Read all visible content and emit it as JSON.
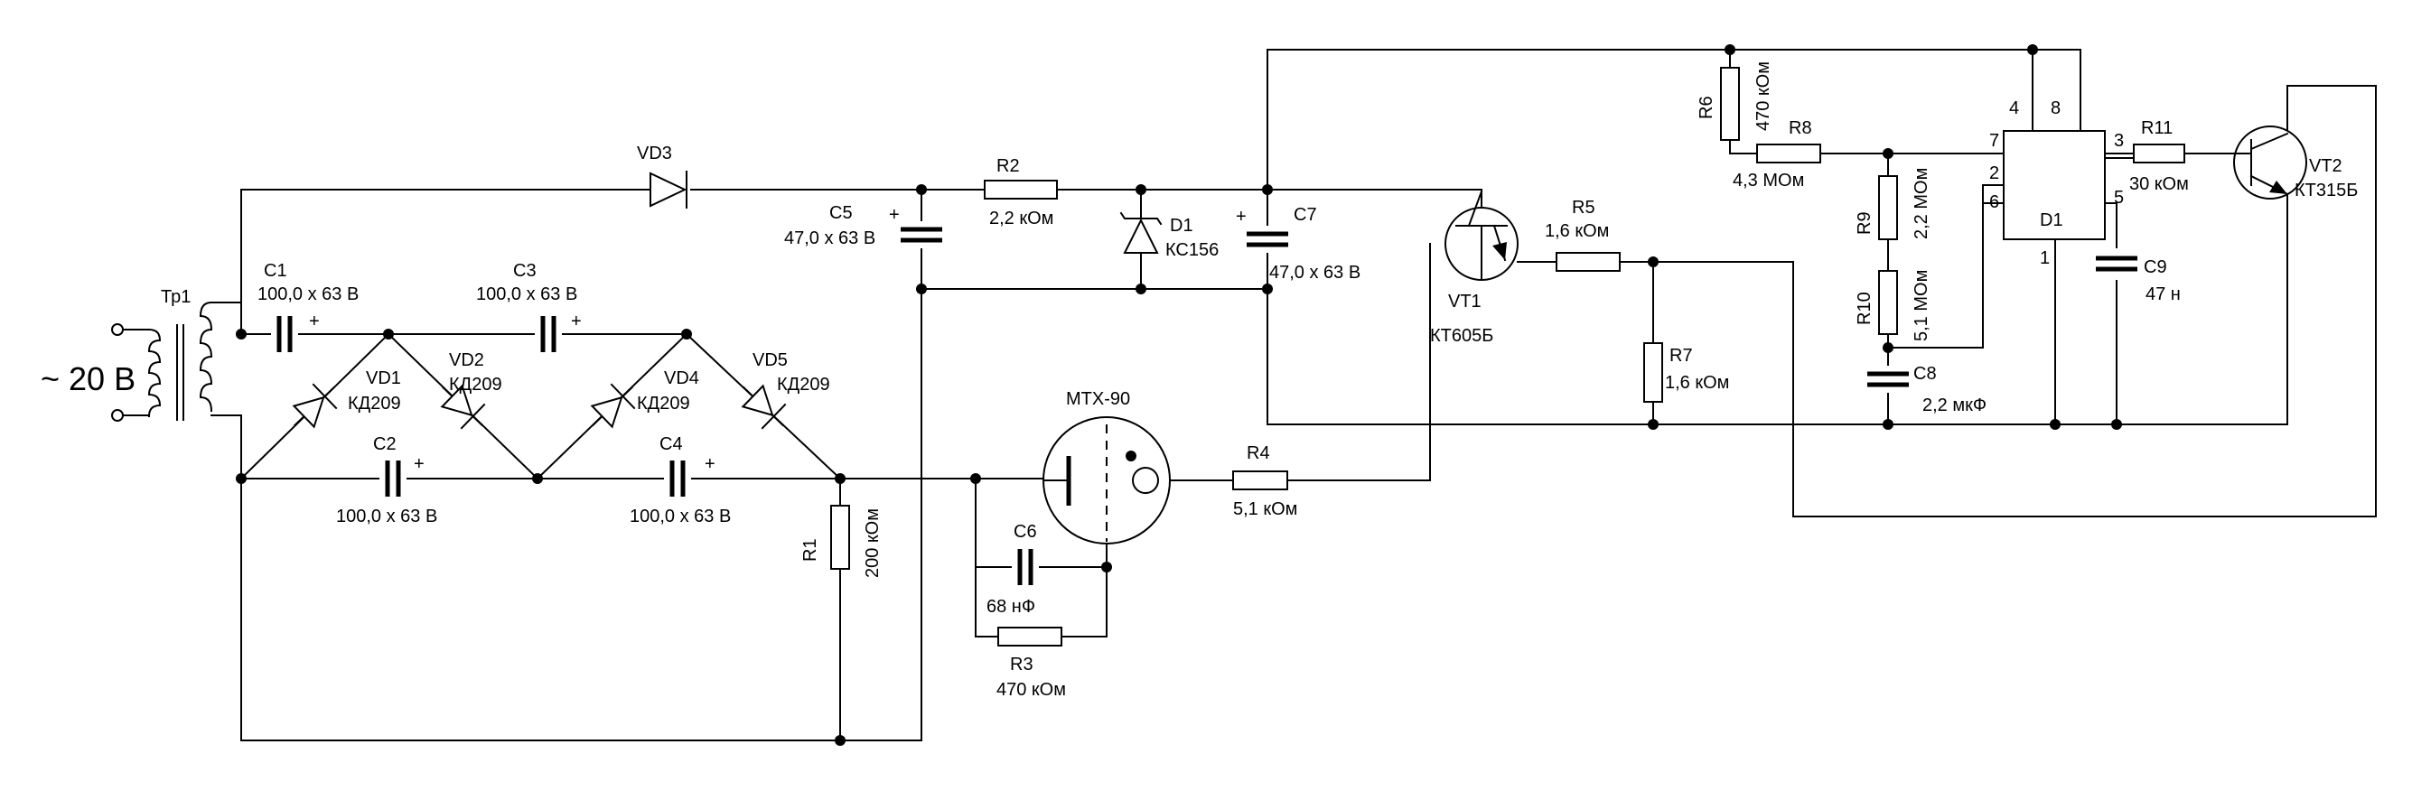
{
  "source": {
    "label": "~ 20 В"
  },
  "transformer": {
    "label": "Тр1"
  },
  "capacitors": [
    {
      "ref": "C1",
      "value": "100,0 х 63 В"
    },
    {
      "ref": "C2",
      "value": "100,0 х 63 В"
    },
    {
      "ref": "C3",
      "value": "100,0 х 63 В"
    },
    {
      "ref": "C4",
      "value": "100,0 х 63 В"
    },
    {
      "ref": "C5",
      "value": "47,0 х 63 В"
    },
    {
      "ref": "C6",
      "value": "68 нФ"
    },
    {
      "ref": "C7",
      "value": "47,0 х 63 В"
    },
    {
      "ref": "C8",
      "value": "2,2 мкФ"
    },
    {
      "ref": "C9",
      "value": "47 н"
    }
  ],
  "resistors": [
    {
      "ref": "R1",
      "value": "200 кОм"
    },
    {
      "ref": "R2",
      "value": "2,2 кОм"
    },
    {
      "ref": "R3",
      "value": "470 кОм"
    },
    {
      "ref": "R4",
      "value": "5,1 кОм"
    },
    {
      "ref": "R5",
      "value": "1,6 кОм"
    },
    {
      "ref": "R6",
      "value": "470 кОм"
    },
    {
      "ref": "R7",
      "value": "1,6 кОм"
    },
    {
      "ref": "R8",
      "value": "4,3 МОм"
    },
    {
      "ref": "R9",
      "value": "2,2 МОм"
    },
    {
      "ref": "R10",
      "value": "5,1 МОм"
    },
    {
      "ref": "R11",
      "value": "30 кОм"
    }
  ],
  "diodes": [
    {
      "ref": "VD1",
      "value": "КД209"
    },
    {
      "ref": "VD2",
      "value": "КД209"
    },
    {
      "ref": "VD3",
      "value": ""
    },
    {
      "ref": "VD4",
      "value": "КД209"
    },
    {
      "ref": "VD5",
      "value": "КД209"
    }
  ],
  "zener": {
    "ref": "D1",
    "value": "КС156"
  },
  "transistors": [
    {
      "ref": "VT1",
      "value": "КТ605Б"
    },
    {
      "ref": "VT2",
      "value": "КТ315Б"
    }
  ],
  "tube": {
    "label": "МТХ-90"
  },
  "ic": {
    "ref": "D1",
    "pins": [
      "1",
      "2",
      "3",
      "4",
      "5",
      "6",
      "7",
      "8"
    ]
  },
  "plus_sign": "+"
}
